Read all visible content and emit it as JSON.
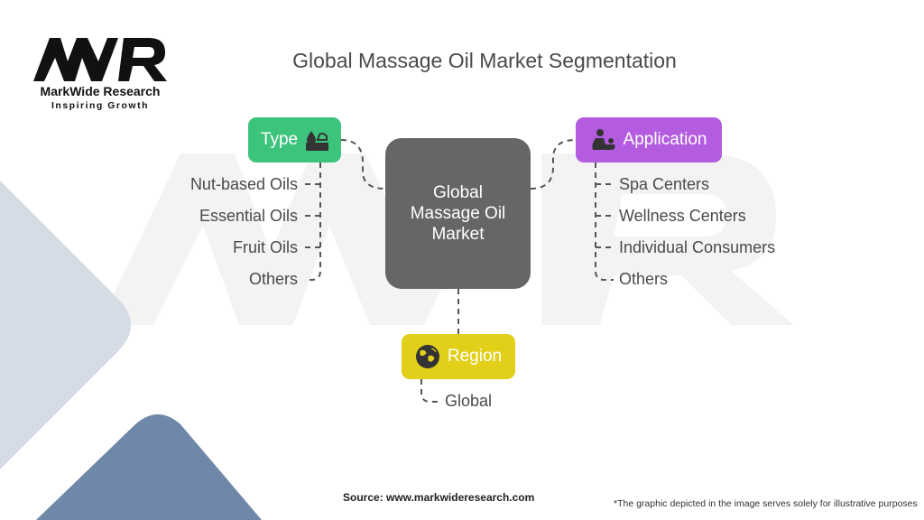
{
  "logo": {
    "name": "MarkWide Research",
    "tagline": "Inspiring Growth",
    "mark": "MWR"
  },
  "title": "Global Massage Oil Market Segmentation",
  "center": {
    "label": "Global Massage Oil Market",
    "lines": [
      "Global",
      "Massage Oil",
      "Market"
    ]
  },
  "segments": {
    "type": {
      "label": "Type",
      "color": "#3cc47c",
      "items": [
        "Nut-based Oils",
        "Essential Oils",
        "Fruit Oils",
        "Others"
      ]
    },
    "application": {
      "label": "Application",
      "color": "#b45ce0",
      "items": [
        "Spa Centers",
        "Wellness Centers",
        "Individual Consumers",
        "Others"
      ]
    },
    "region": {
      "label": "Region",
      "color": "#e2cf1a",
      "items": [
        "Global"
      ]
    }
  },
  "footer": {
    "source": "Source: www.markwideresearch.com",
    "note": "*The graphic depicted in the image serves solely for illustrative purposes"
  }
}
